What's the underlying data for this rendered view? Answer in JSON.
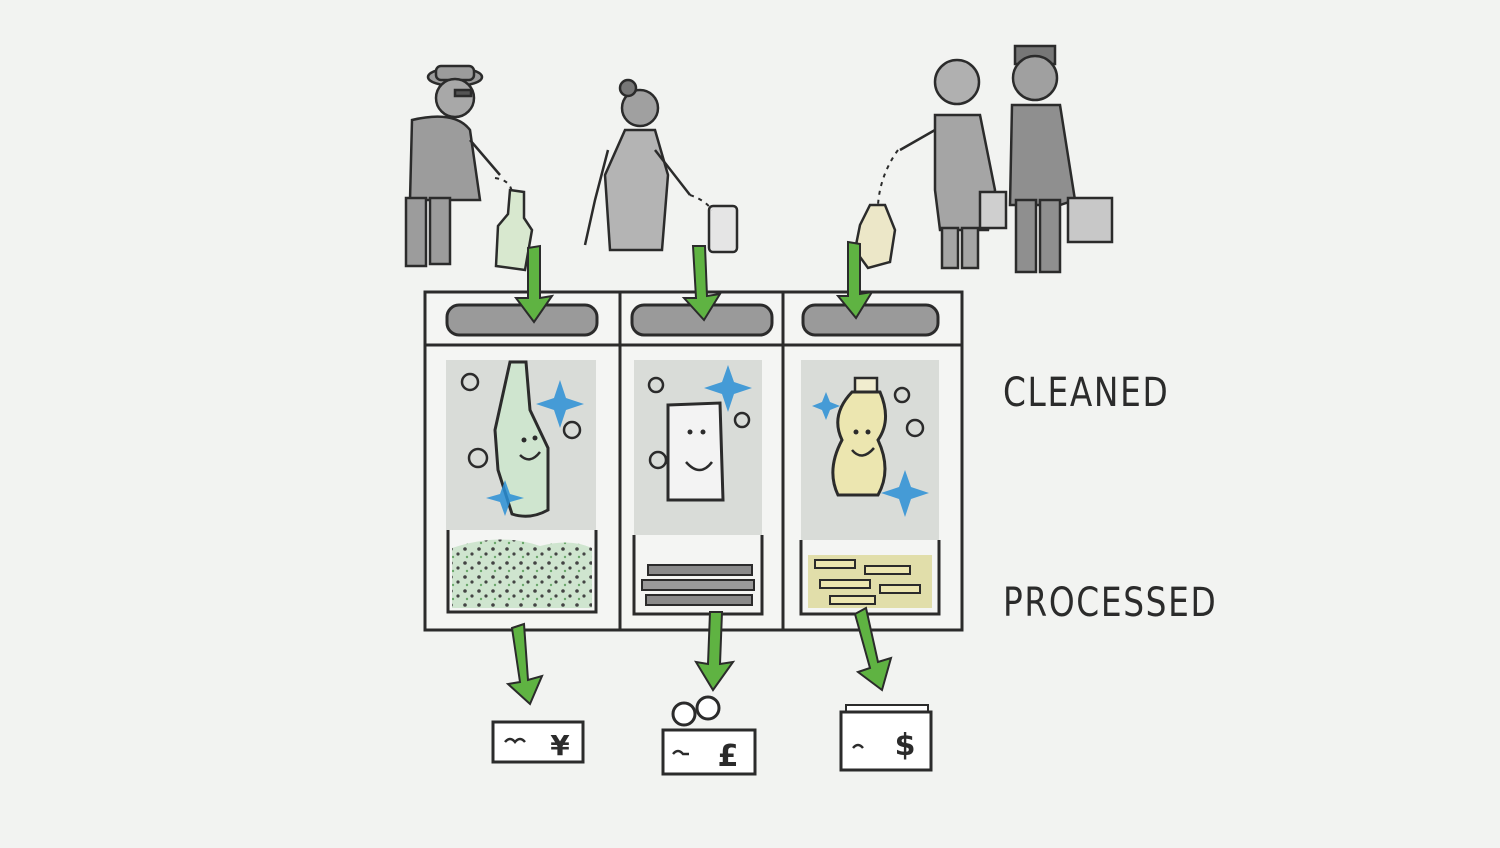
{
  "diagram": {
    "labels": {
      "cleaned": "CLEANED",
      "processed": "PROCESSED"
    },
    "people": [
      {
        "name": "man-with-hat",
        "item": "glass-bottle"
      },
      {
        "name": "girl",
        "item": "can"
      },
      {
        "name": "woman",
        "item": "plastic-bottle"
      },
      {
        "name": "man-with-bag",
        "item": ""
      }
    ],
    "bins": [
      {
        "material": "glass",
        "cleaned_icon": "bottle-smiling-icon",
        "processed_icon": "glass-cullet-icon",
        "payout_symbol": "¥",
        "accent": "#7fbf7f"
      },
      {
        "material": "metal",
        "cleaned_icon": "can-smiling-icon",
        "processed_icon": "metal-scrap-icon",
        "payout_symbol": "£",
        "accent": "#8a8a8a"
      },
      {
        "material": "plastic",
        "cleaned_icon": "plastic-bottle-smiling-icon",
        "processed_icon": "plastic-flakes-icon",
        "payout_symbol": "$",
        "accent": "#d9d48a"
      }
    ],
    "colors": {
      "arrow": "#5fb342",
      "sparkle": "#2a8fd6",
      "bin_panel": "#d9dcd8",
      "ink": "#2b2b2b"
    }
  }
}
